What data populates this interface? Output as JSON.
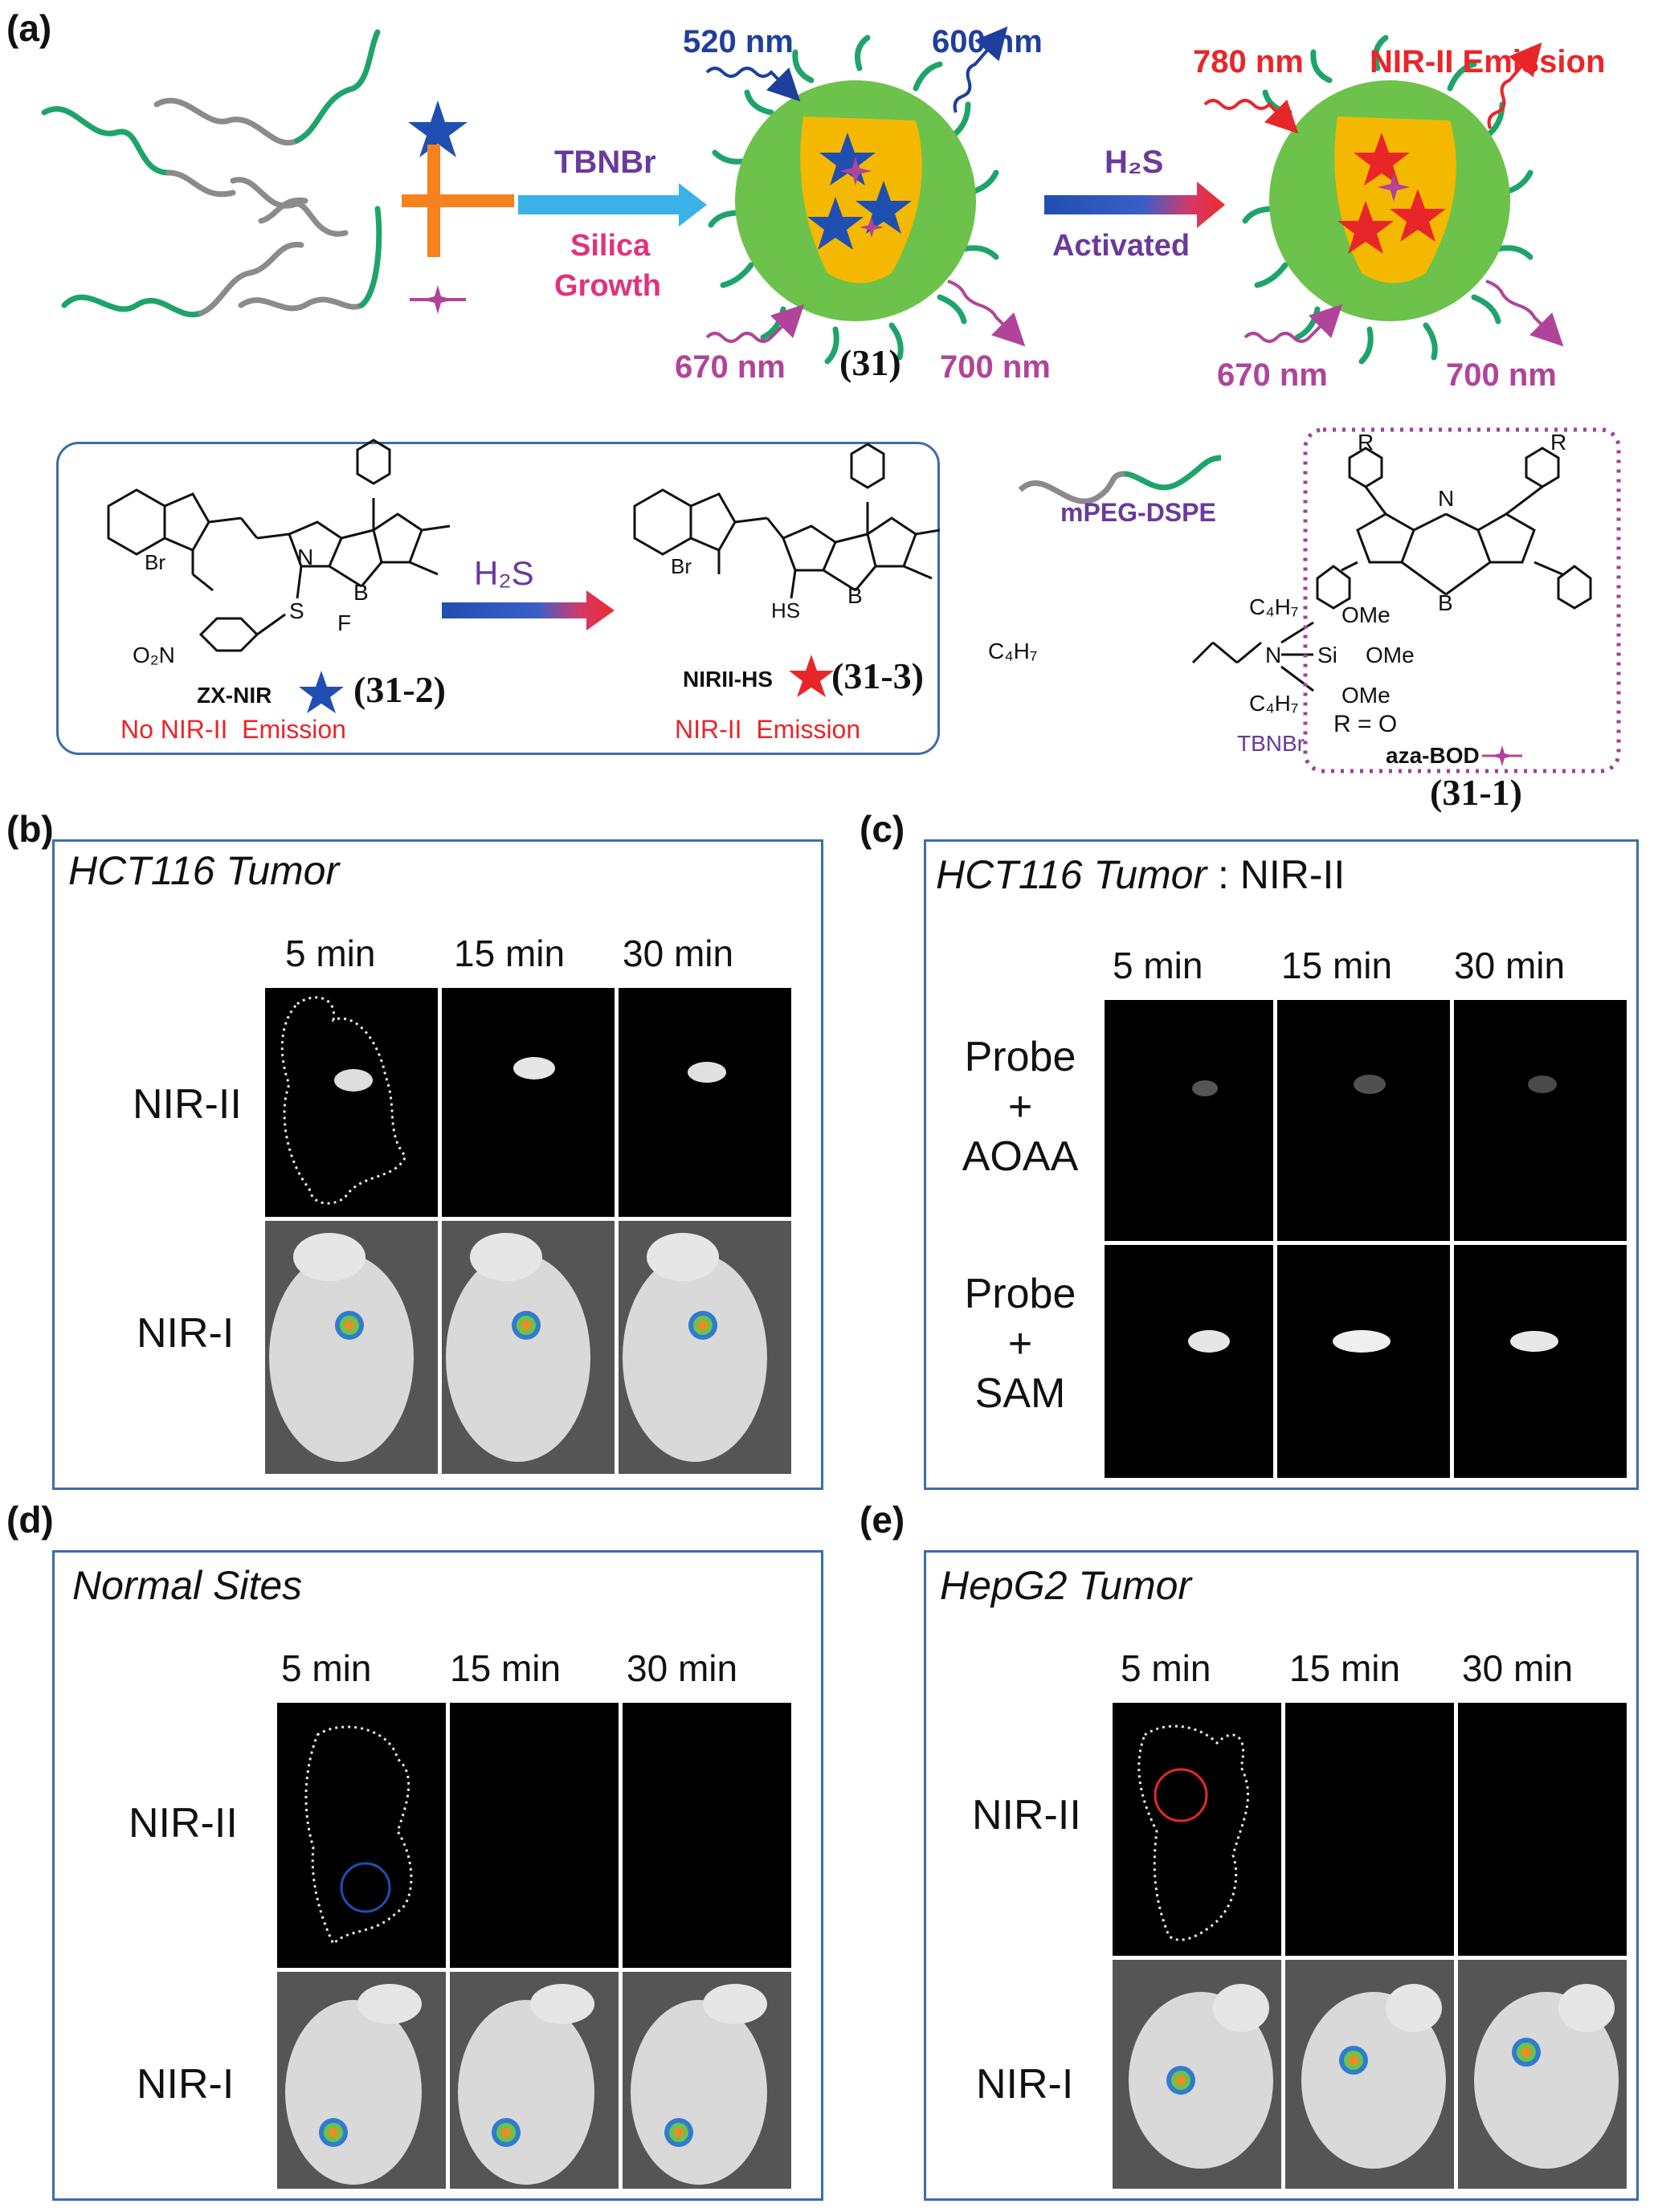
{
  "labels": {
    "a": "(a)",
    "b": "(b)",
    "c": "(c)",
    "d": "(d)",
    "e": "(e)"
  },
  "scheme": {
    "reagent": "TBNBr",
    "silica_line1": "Silica",
    "silica_line2": "Growth",
    "h2s": "H₂S",
    "activated": "Activated",
    "nm520": "520 nm",
    "nm600": "600 nm",
    "nm670_1": "670 nm",
    "nm700_1": "700 nm",
    "nm780": "780 nm",
    "nir2_emission": "NIR-II Emission",
    "nm670_2": "670 nm",
    "nm700_2": "700 nm",
    "compound31": "(31)"
  },
  "structures": {
    "h2s": "H₂S",
    "zxnir": "ZX-NIR",
    "no_emission": "No NIR-II  Emission",
    "nir2hs": "NIRII-HS",
    "emission": "NIR-II  Emission",
    "id_31_2": "(31-2)",
    "id_31_3": "(31-3)",
    "mpeg": "mPEG-DSPE",
    "tbnbr": "TBNBr",
    "azabod": "aza-BOD",
    "id_31_1": "(31-1)",
    "r_eq": "R = O",
    "atoms": {
      "n": "N",
      "b": "B",
      "f": "F",
      "s": "S",
      "hs": "HS",
      "br": "Br",
      "r": "R",
      "o2n": "O₂N",
      "c4h7": "C₄H₇",
      "ome": "OMe",
      "si": "Si"
    }
  },
  "panel_b": {
    "title": "HCT116 Tumor",
    "times": [
      "5 min",
      "15 min",
      "30 min"
    ],
    "rows": [
      "NIR-II",
      "NIR-I"
    ]
  },
  "panel_c": {
    "title": "HCT116 Tumor",
    "title_suffix": " : NIR-II",
    "times": [
      "5 min",
      "15 min",
      "30 min"
    ],
    "row1": [
      "Probe",
      "+",
      "AOAA"
    ],
    "row2": [
      "Probe",
      "+",
      "SAM"
    ]
  },
  "panel_d": {
    "title": "Normal Sites",
    "times": [
      "5 min",
      "15 min",
      "30 min"
    ],
    "rows": [
      "NIR-II",
      "NIR-I"
    ]
  },
  "panel_e": {
    "title": "HepG2 Tumor",
    "times": [
      "5 min",
      "15 min",
      "30 min"
    ],
    "rows": [
      "NIR-II",
      "NIR-I"
    ]
  },
  "colors": {
    "blue_text": "#1f3f9c",
    "red_text": "#e8262a",
    "purple_text": "#6a3a9a",
    "magenta_text": "#b0449a",
    "pink_text": "#e0337b",
    "panel_border": "#3d6da8",
    "nanoparticle": "#6cc24a",
    "core": "#f5b800"
  }
}
